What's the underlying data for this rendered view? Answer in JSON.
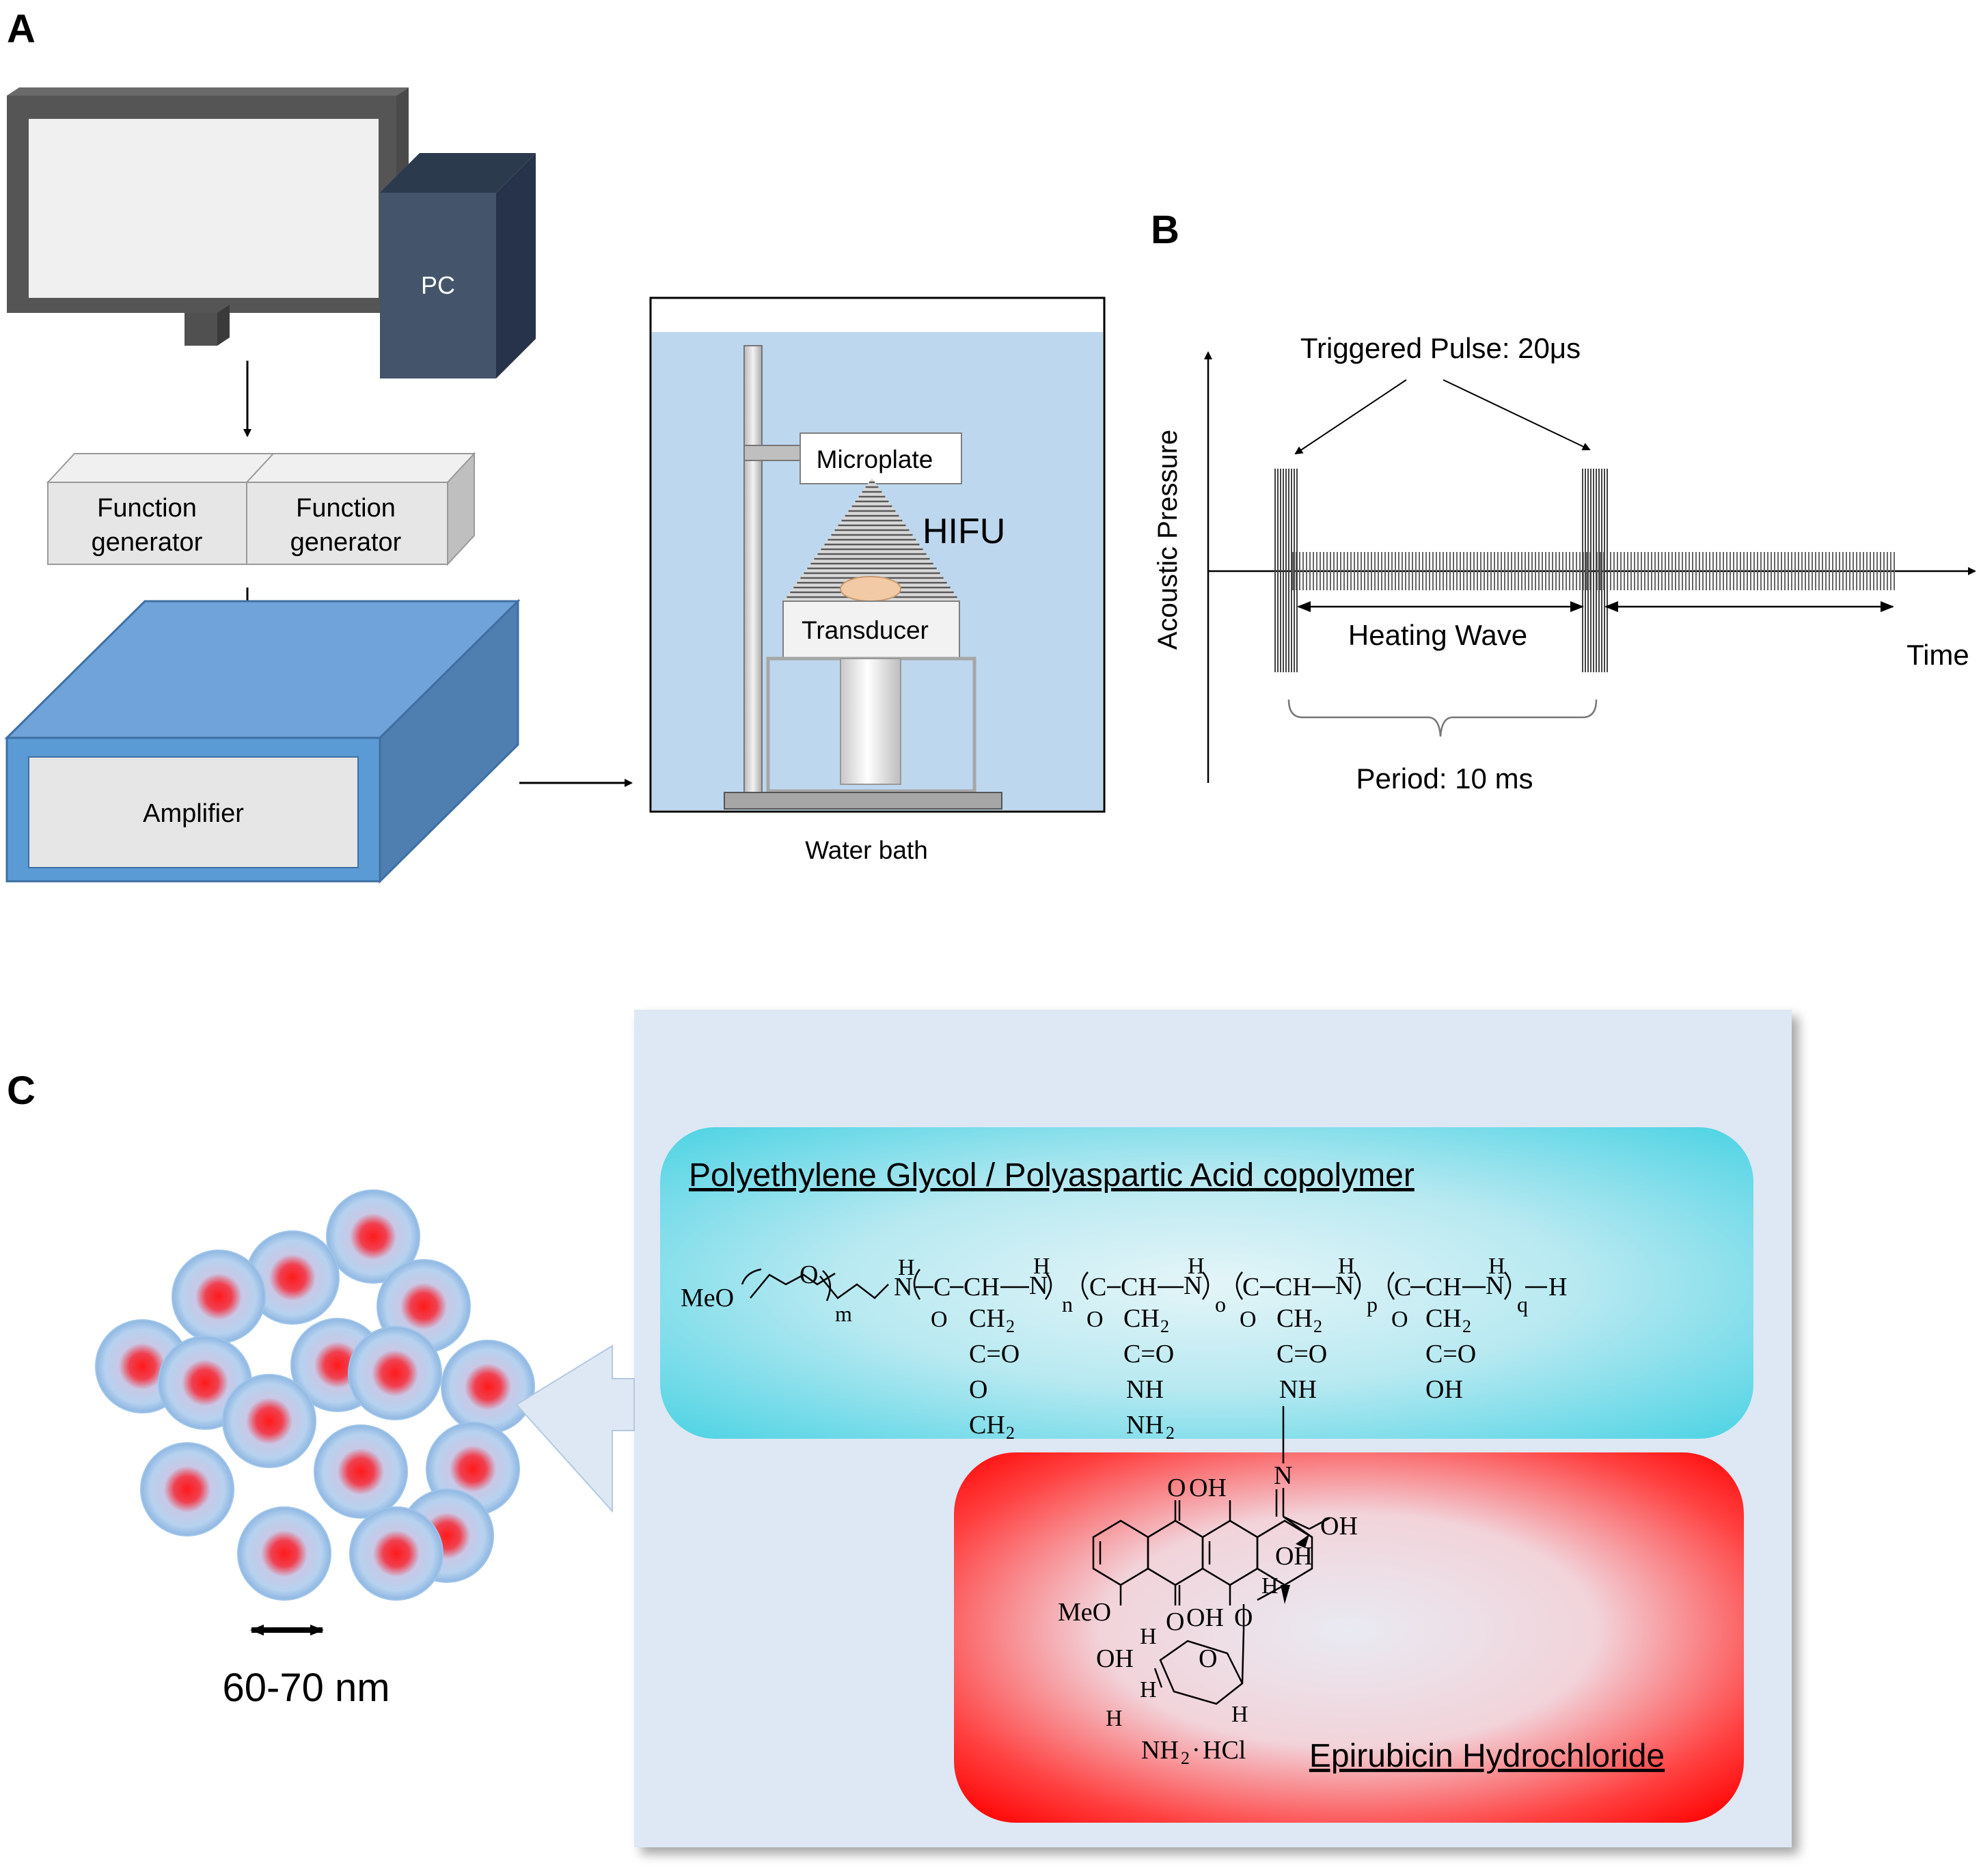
{
  "panel_letters": {
    "a": "A",
    "b": "B",
    "c": "C"
  },
  "panel_a": {
    "pc_label": "PC",
    "function_generator_1": [
      "Function",
      "generator"
    ],
    "function_generator_2": [
      "Function",
      "generator"
    ],
    "amplifier_label": "Amplifier",
    "microplate_label": "Microplate",
    "hifu_label": "HIFU",
    "transducer_label": "Transducer",
    "water_bath_label": "Water bath"
  },
  "panel_b": {
    "triggered_pulse_label": "Triggered Pulse: 20μs",
    "y_axis_label": "Acoustic Pressure",
    "heating_wave_label": "Heating Wave",
    "x_axis_label": "Time",
    "period_label": "Period: 10 ms"
  },
  "panel_c": {
    "copolymer_title": "Polyethylene Glycol / Polyaspartic Acid copolymer",
    "drug_title": "Epirubicin Hydrochloride",
    "size_label": "60-70 nm",
    "colors": {
      "micelle_core": "#ff1a1a",
      "micelle_shell": "#9ec4ea",
      "polymer_box": "#4fd3e3",
      "drug_box": "#ff0000",
      "panel_bg": "#dde8f4"
    },
    "formula": {
      "meo": "MeO",
      "o": "O",
      "m": "m",
      "n": "n",
      "o_sub": "o",
      "p": "p",
      "q": "q",
      "nh": "NH",
      "nh2": "NH",
      "ch2": "CH",
      "c_eq_o": "C=O",
      "c": "C",
      "ch": "CH",
      "oh": "OH",
      "n_atom": "N",
      "h": "H",
      "two": "2",
      "hcl": "HCl",
      "dot": "·"
    }
  }
}
